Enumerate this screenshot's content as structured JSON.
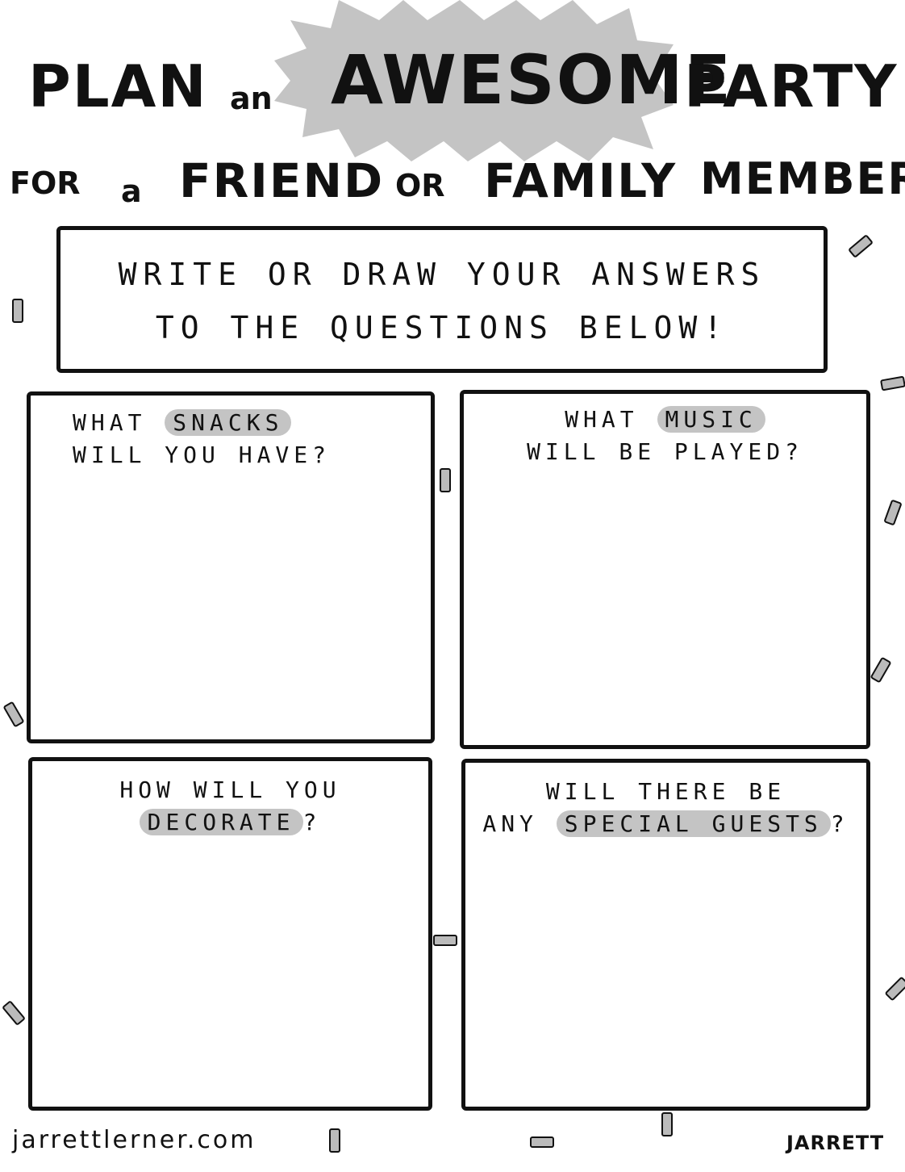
{
  "title": {
    "line1": [
      "PLAN",
      "an",
      "AWESOME",
      "PARTY"
    ],
    "line2": [
      "FOR",
      "a",
      "FRIEND",
      "OR",
      "FAMILY",
      "MEMBER"
    ],
    "highlight_color": "#c4c4c4"
  },
  "instructions": {
    "line1": "WRITE OR DRAW YOUR ANSWERS",
    "line2": "TO THE QUESTIONS BELOW!"
  },
  "questions": [
    {
      "l1_pre": "WHAT ",
      "l1_hl": "SNACKS",
      "l1_post": "",
      "l2_pre": "WILL YOU HAVE?",
      "l2_hl": "",
      "l2_post": ""
    },
    {
      "l1_pre": "WHAT ",
      "l1_hl": "MUSIC",
      "l1_post": "",
      "l2_pre": "WILL BE PLAYED?",
      "l2_hl": "",
      "l2_post": ""
    },
    {
      "l1_pre": "HOW WILL YOU",
      "l1_hl": "",
      "l1_post": "",
      "l2_pre": "",
      "l2_hl": "DECORATE",
      "l2_post": "?"
    },
    {
      "l1_pre": "WILL THERE BE",
      "l1_hl": "",
      "l1_post": "",
      "l2_pre": "ANY ",
      "l2_hl": "SPECIAL GUESTS",
      "l2_post": "?"
    }
  ],
  "footer": {
    "website": "jarrettlerner.com",
    "signature": "JARRETT"
  }
}
